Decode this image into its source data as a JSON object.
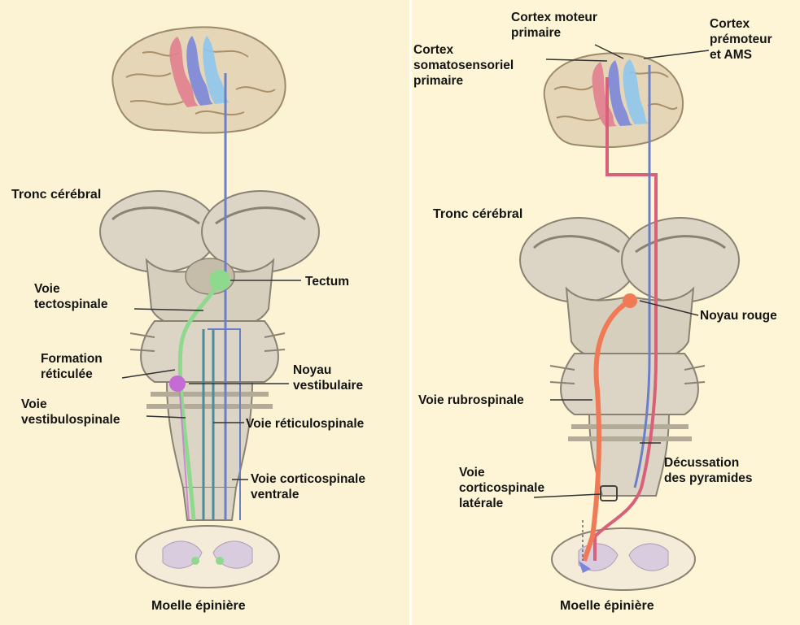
{
  "left_panel": {
    "labels": {
      "tronc": "Tronc cérébral",
      "tectum": "Tectum",
      "voie_tecto": "Voie\ntectospinale",
      "formation": "Formation\nréticulée",
      "noyau_vest": "Noyau\nvestibulaire",
      "voie_vest": "Voie\nvestibulospinale",
      "voie_retic": "Voie réticulospinale",
      "voie_cortico_ventrale": "Voie corticospinale\nventrale",
      "moelle": "Moelle épinière"
    }
  },
  "right_panel": {
    "labels": {
      "cortex_moteur": "Cortex moteur\nprimaire",
      "cortex_premoteur": "Cortex\nprémoteur\net AMS",
      "cortex_somato": "Cortex\nsomatosensoriel\nprimaire",
      "tronc": "Tronc cérébral",
      "noyau_rouge": "Noyau rouge",
      "voie_rubro": "Voie rubrospinale",
      "decussation": "Décussation\ndes pyramides",
      "voie_cortico_laterale": "Voie\ncorticospinale\nlatérale",
      "moelle": "Moelle épinière"
    }
  },
  "colors": {
    "tectospinal": "#8fd98f",
    "vestibular": "#c46bd6",
    "corticospinal": "#6b7fc9",
    "rubrospinal": "#f07a55",
    "cortico_lateral": "#d9607a",
    "brain": "#e8d9bd",
    "motor_cortex": "#7b86d9",
    "premotor_cortex": "#8fc6ec",
    "somato_cortex": "#e07f8f"
  }
}
